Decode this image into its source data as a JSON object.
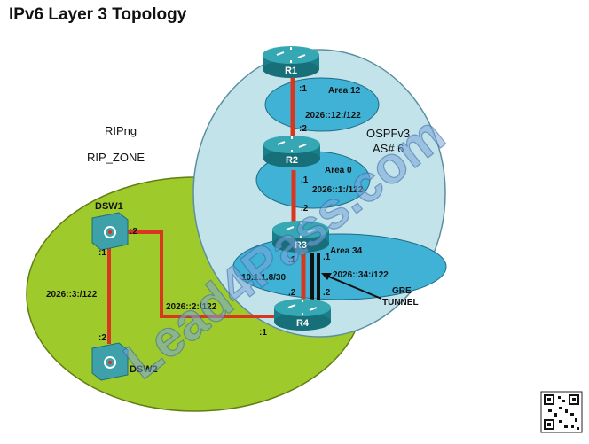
{
  "title": "IPv6 Layer 3 Topology",
  "rip": {
    "name": "RIPng",
    "zone": "RIP_ZONE"
  },
  "ospf": {
    "name": "OSPFv3",
    "as": "AS# 6"
  },
  "areas": {
    "area12": {
      "name": "Area 12",
      "subnet": "2026::12:/122"
    },
    "area0": {
      "name": "Area 0",
      "subnet": "2026::1:/122"
    },
    "area34": {
      "name": "Area 34",
      "subnet": "2026::34:/122",
      "ipv4": "10.1.1.8/30"
    }
  },
  "devices": {
    "r1": "R1",
    "r2": "R2",
    "r3": "R3",
    "r4": "R4",
    "dsw1": "DSW1",
    "dsw2": "DSW2"
  },
  "links": {
    "r1_r2": {
      "a": ":1",
      "b": ":2"
    },
    "r2_r3": {
      "a": ".1",
      "b": ".2"
    },
    "r3_r4_left": {
      "a": ".1",
      "b": ".2"
    },
    "r3_r4_right": {
      "a": ".1",
      "b": ".2"
    },
    "dsw1_dsw2": {
      "a": ":1",
      "b": ":2",
      "subnet": "2026::3:/122"
    },
    "dsw1_r4": {
      "a": ":2",
      "b": ":1",
      "subnet": "2026::2:/122"
    }
  },
  "gre": {
    "line1": "GRE",
    "line2": "TUNNEL"
  },
  "watermark": "Lead4Pass.com",
  "colors": {
    "rip": "#9fca2c",
    "ospf": "#c3e3ea",
    "area": "#3fb2d6",
    "router": "#1e8b97",
    "switch": "#3ea0a9",
    "link": "#d9361f"
  }
}
